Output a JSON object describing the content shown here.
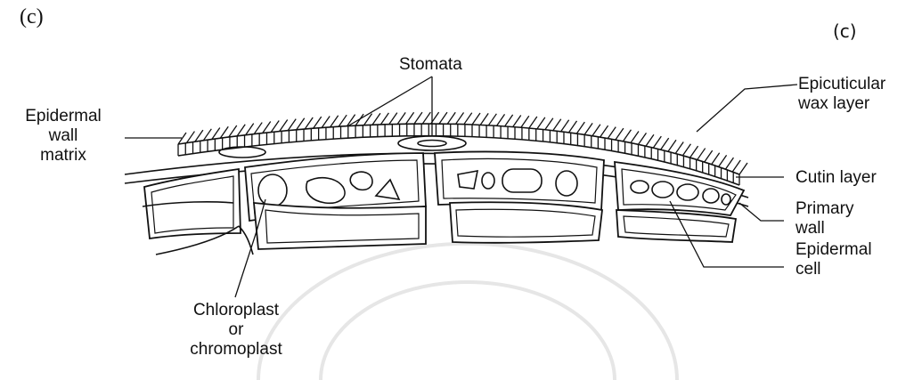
{
  "figure": {
    "panel_label_left": "(c)",
    "panel_label_right": "(c)",
    "colors": {
      "ink": "#111111",
      "background": "#ffffff",
      "watermark": "#e6e6e6"
    }
  },
  "labels": {
    "stomata": "Stomata",
    "epicuticular": [
      "Epicuticular",
      "wax layer"
    ],
    "epidermal_wall_matrix": [
      "Epidermal",
      "wall",
      "matrix"
    ],
    "cutin_layer": "Cutin layer",
    "primary_wall": [
      "Primary",
      "wall"
    ],
    "epidermal_cell": [
      "Epidermal",
      "cell"
    ],
    "chloroplast": [
      "Chloroplast",
      "or",
      "chromoplast"
    ]
  }
}
